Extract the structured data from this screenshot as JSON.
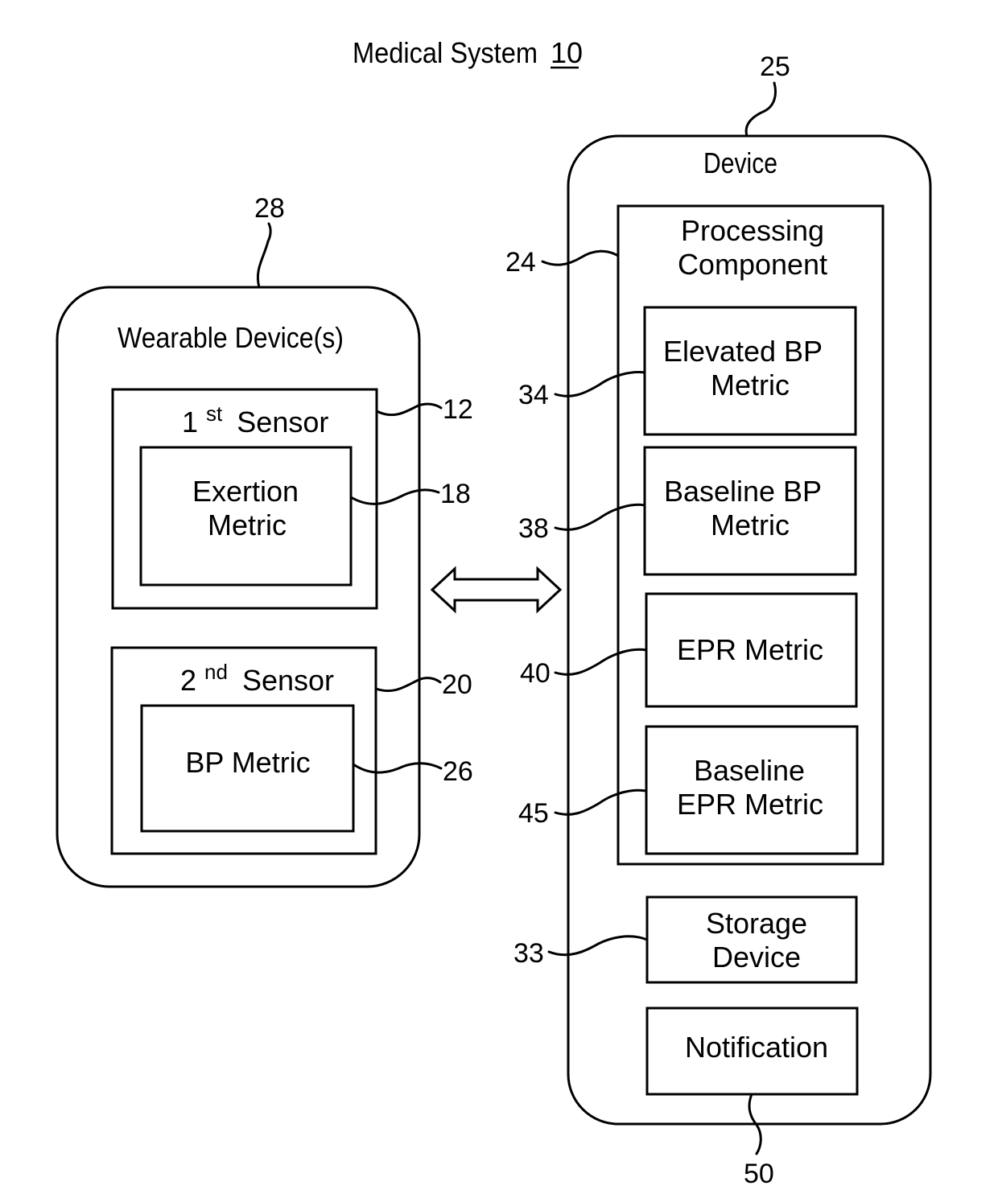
{
  "title": {
    "text": "Medical System",
    "ref": "10"
  },
  "wearable": {
    "title": "Wearable Device(s)",
    "ref": "28",
    "sensor1": {
      "ordinal": "1",
      "ordinal_sup": "st",
      "word": "Sensor",
      "ref": "12",
      "metric": {
        "line1": "Exertion",
        "line2": "Metric",
        "ref": "18"
      }
    },
    "sensor2": {
      "ordinal": "2",
      "ordinal_sup": "nd",
      "word": "Sensor",
      "ref": "20",
      "metric": {
        "line1": "BP Metric",
        "ref": "26"
      }
    }
  },
  "device": {
    "title": "Device",
    "ref": "25",
    "processing": {
      "line1": "Processing",
      "line2": "Component",
      "ref": "24"
    },
    "elevated_bp": {
      "line1": "Elevated BP",
      "line2": "Metric",
      "ref": "34"
    },
    "baseline_bp": {
      "line1": "Baseline BP",
      "line2": "Metric",
      "ref": "38"
    },
    "epr": {
      "line1": "EPR Metric",
      "ref": "40"
    },
    "baseline_epr": {
      "line1": "Baseline",
      "line2": "EPR Metric",
      "ref": "45"
    },
    "storage": {
      "line1": "Storage",
      "line2": "Device",
      "ref": "33"
    },
    "notification": {
      "line1": "Notification",
      "ref": "50"
    }
  }
}
